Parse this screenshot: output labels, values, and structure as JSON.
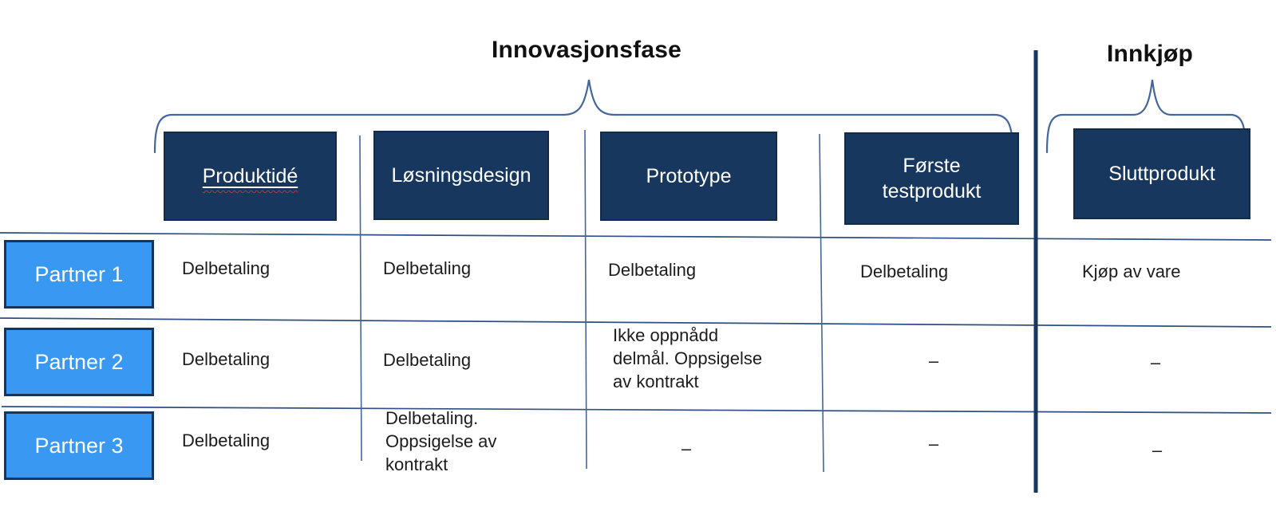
{
  "diagram": {
    "innovation_phase_label": "Innovasjonsfase",
    "procurement_label": "Innkjøp"
  },
  "stages": [
    {
      "label": "Produktidé"
    },
    {
      "label": "Løsningsdesign"
    },
    {
      "label": "Prototype"
    },
    {
      "label": "Første\ntestprodukt"
    },
    {
      "label": "Sluttprodukt"
    }
  ],
  "partners": [
    {
      "label": "Partner 1",
      "cells": [
        "Delbetaling",
        "Delbetaling",
        "Delbetaling",
        "Delbetaling",
        "Kjøp av vare"
      ]
    },
    {
      "label": "Partner 2",
      "cells": [
        "Delbetaling",
        "Delbetaling",
        "Ikke oppnådd\ndelmål. Oppsigelse\nav kontrakt",
        "–",
        "–"
      ]
    },
    {
      "label": "Partner 3",
      "cells": [
        "Delbetaling",
        "Delbetaling.\nOppsigelse av\nkontrakt",
        "–",
        "–",
        "–"
      ]
    }
  ],
  "colors": {
    "stage_box_fill": "#17375E",
    "partner_box_fill": "#3898F2",
    "partner_box_border": "#14355E",
    "brace_line": "#44679B",
    "row_line": "#2F4F85",
    "phase_divider": "#17375E",
    "spellcheck_underline": "#CF2E2E",
    "text": "#1C1C1C"
  }
}
